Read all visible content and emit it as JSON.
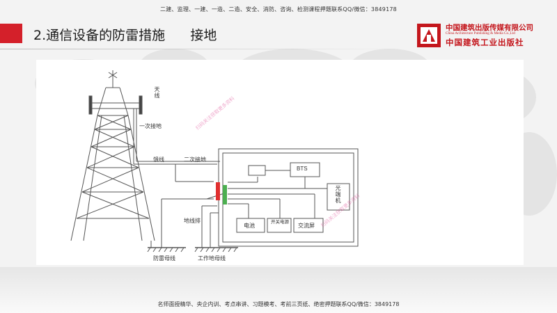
{
  "banner_top": "二建、监理、一建、一造、二造、安全、消防、咨询、检测课程押题联系QQ/微信：3849178",
  "banner_bottom": "名师面授精华、央企内训、考点串讲、习题模考、考前三页纸、绝密押题联系QQ/微信：3849178",
  "slide_title": "2.通信设备的防雷措施      接地",
  "logo": {
    "cn_line1": "中国建筑出版传媒有限公司",
    "en_line": "China Architecture Publishing & Media Co.,Ltd",
    "cn_line2": "中国建筑工业出版社"
  },
  "diagram": {
    "antenna_label": "天线",
    "primary_ground_label": "一次接地",
    "feeder_label": "馈线",
    "secondary_ground_label": "二次接地",
    "bts_label": "BTS",
    "optical_label": "光端机",
    "ground_bar_label": "地线排",
    "battery_label": "电池",
    "switch_power_label": "开关电源",
    "ac_panel_label": "交流屏",
    "lightning_ground_label": "防雷母线",
    "working_ground_label": "工作地母线",
    "accent_red": "#e03030",
    "accent_green": "#4caf50"
  },
  "watermarks": [
    "扫码关注获取更多资料",
    "扫码关注获取更多资料"
  ]
}
